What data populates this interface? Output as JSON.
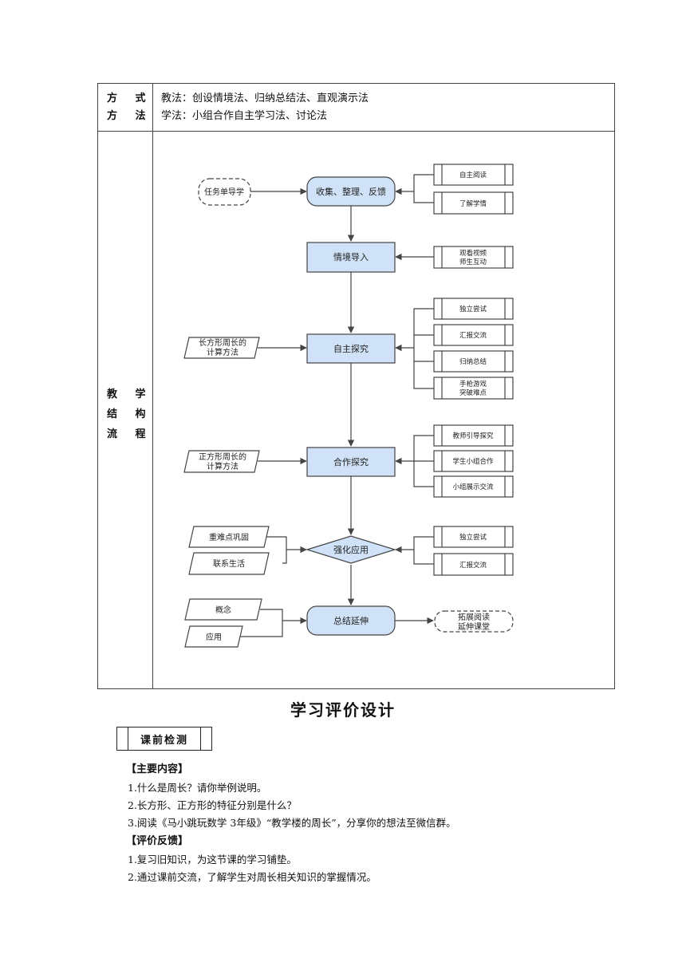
{
  "table": {
    "methods_label": [
      "方 式",
      "方 法"
    ],
    "methods": [
      "教法：创设情境法、归纳总结法、直观演示法",
      "学法：小组合作自主学习法、讨论法"
    ],
    "flow_label": [
      "教 学",
      "结 构",
      "流 程"
    ]
  },
  "flowchart": {
    "main": [
      "收集、整理、反馈",
      "情境导入",
      "自主探究",
      "合作探究",
      "强化应用",
      "总结延伸"
    ],
    "left_inputs": {
      "task": "任务单导学",
      "rect_perimeter": [
        "长方形周长的",
        "计算方法"
      ],
      "square_perimeter": [
        "正方形周长的",
        "计算方法"
      ],
      "reinforce": [
        "重难点巩固",
        "联系生活"
      ],
      "summary": [
        "概念",
        "应用"
      ]
    },
    "right_groups": {
      "collect": [
        "自主阅读",
        "了解学情"
      ],
      "intro": [
        [
          "观看视频",
          "师生互动"
        ]
      ],
      "explore": [
        [
          "独立尝试"
        ],
        [
          "汇报交流"
        ],
        [
          "归纳总结"
        ],
        [
          "手枪游戏",
          "突破难点"
        ]
      ],
      "coop": [
        "教师引导探究",
        "学生小组合作",
        "小组展示交流"
      ],
      "apply": [
        "独立尝试",
        "汇报交流"
      ]
    },
    "end": [
      "拓展阅读",
      "延伸课堂"
    ]
  },
  "evaluation": {
    "title": "学习评价设计",
    "pre_check": "课前检测",
    "main_heading": "【主要内容】",
    "main_items": [
      "1.什么是周长？请你举例说明。",
      "2.长方形、正方形的特征分别是什么？",
      "3.阅读《马小跳玩数学 3年级》“教学楼的周长”，分享你的想法至微信群。"
    ],
    "feedback_heading": "【评价反馈】",
    "feedback_items": [
      "1.复习旧知识，为这节课的学习铺垫。",
      "2.通过课前交流，了解学生对周长相关知识的掌握情况。"
    ]
  },
  "colors": {
    "process_fill": "#cfe2f7",
    "stroke": "#444444"
  }
}
